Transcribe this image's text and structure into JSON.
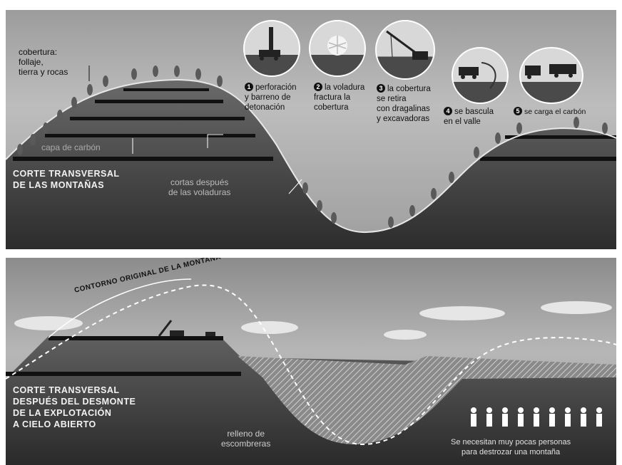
{
  "top_panel": {
    "cover_label": "cobertura:\nfollaje,\ntierra y rocas",
    "coal_layer_label": "capa de carbón",
    "title": "CORTE TRANSVERSAL\nDE LAS MONTAÑAS",
    "cuts_label": "cortas después\nde las voladuras",
    "steps": [
      {
        "num": "1",
        "text": "perforación\ny barreno de\ndetonación"
      },
      {
        "num": "2",
        "text": "la voladura\nfractura la\ncobertura"
      },
      {
        "num": "3",
        "text": "la cobertura\nse retira\ncon dragalinas\ny excavadoras"
      },
      {
        "num": "4",
        "text": "se bascula\nen el valle"
      },
      {
        "num": "5",
        "text": "se carga el carbón"
      }
    ]
  },
  "bottom_panel": {
    "contour_label": "CONTORNO ORIGINAL DE LA MONTAÑA",
    "title": "CORTE TRANSVERSAL\nDESPUÉS DEL DESMONTE\nDE LA EXPLOTACIÓN\nA CIELO ABIERTO",
    "fill_label": "relleno de\nescombreras",
    "people_caption": "Se necesitan muy pocas personas\npara destrozar una montaña"
  },
  "colors": {
    "dark_ground": "#3a3a3a",
    "coal_band": "#111111",
    "sky": "#b8b8b8"
  }
}
